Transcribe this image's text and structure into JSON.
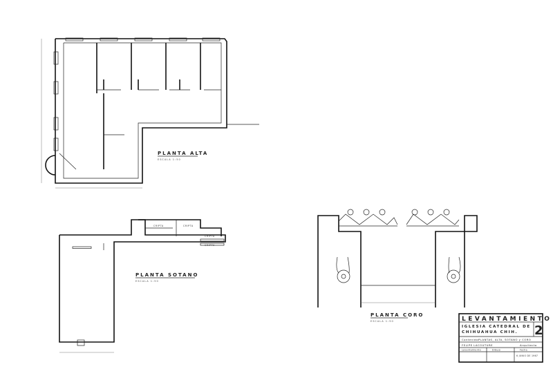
{
  "plans": {
    "planta_alta": {
      "title": "PLANTA ALTA",
      "scale": "ESCALA 1:50"
    },
    "planta_sotano": {
      "title": "PLANTA SOTANO",
      "scale": "ESCALA 1:50",
      "rooms": [
        "CRIPTA",
        "CRIPTA",
        "CRIPTA",
        "CRIPTA"
      ]
    },
    "planta_coro": {
      "title": "PLANTA CORO",
      "scale": "ESCALA 1:50"
    }
  },
  "title_block": {
    "heading": "LEVANTAMIENTO",
    "project_line1": "IGLESIA CATEDRAL DE",
    "project_line2": "CHIHUAHUA CHIH.",
    "sheet_number": "2",
    "contents_prefix": "Contenido:",
    "contents": "PLANTAS, ALTA, SOTANO y CORO",
    "architect": "FELIPE LACOUTURE",
    "architect_title": "Arquitecto",
    "col_1": "Levantamiento",
    "col_2": "Dibujo",
    "col_3": "Fecha",
    "date": "6 JUNIO DE 1967"
  }
}
